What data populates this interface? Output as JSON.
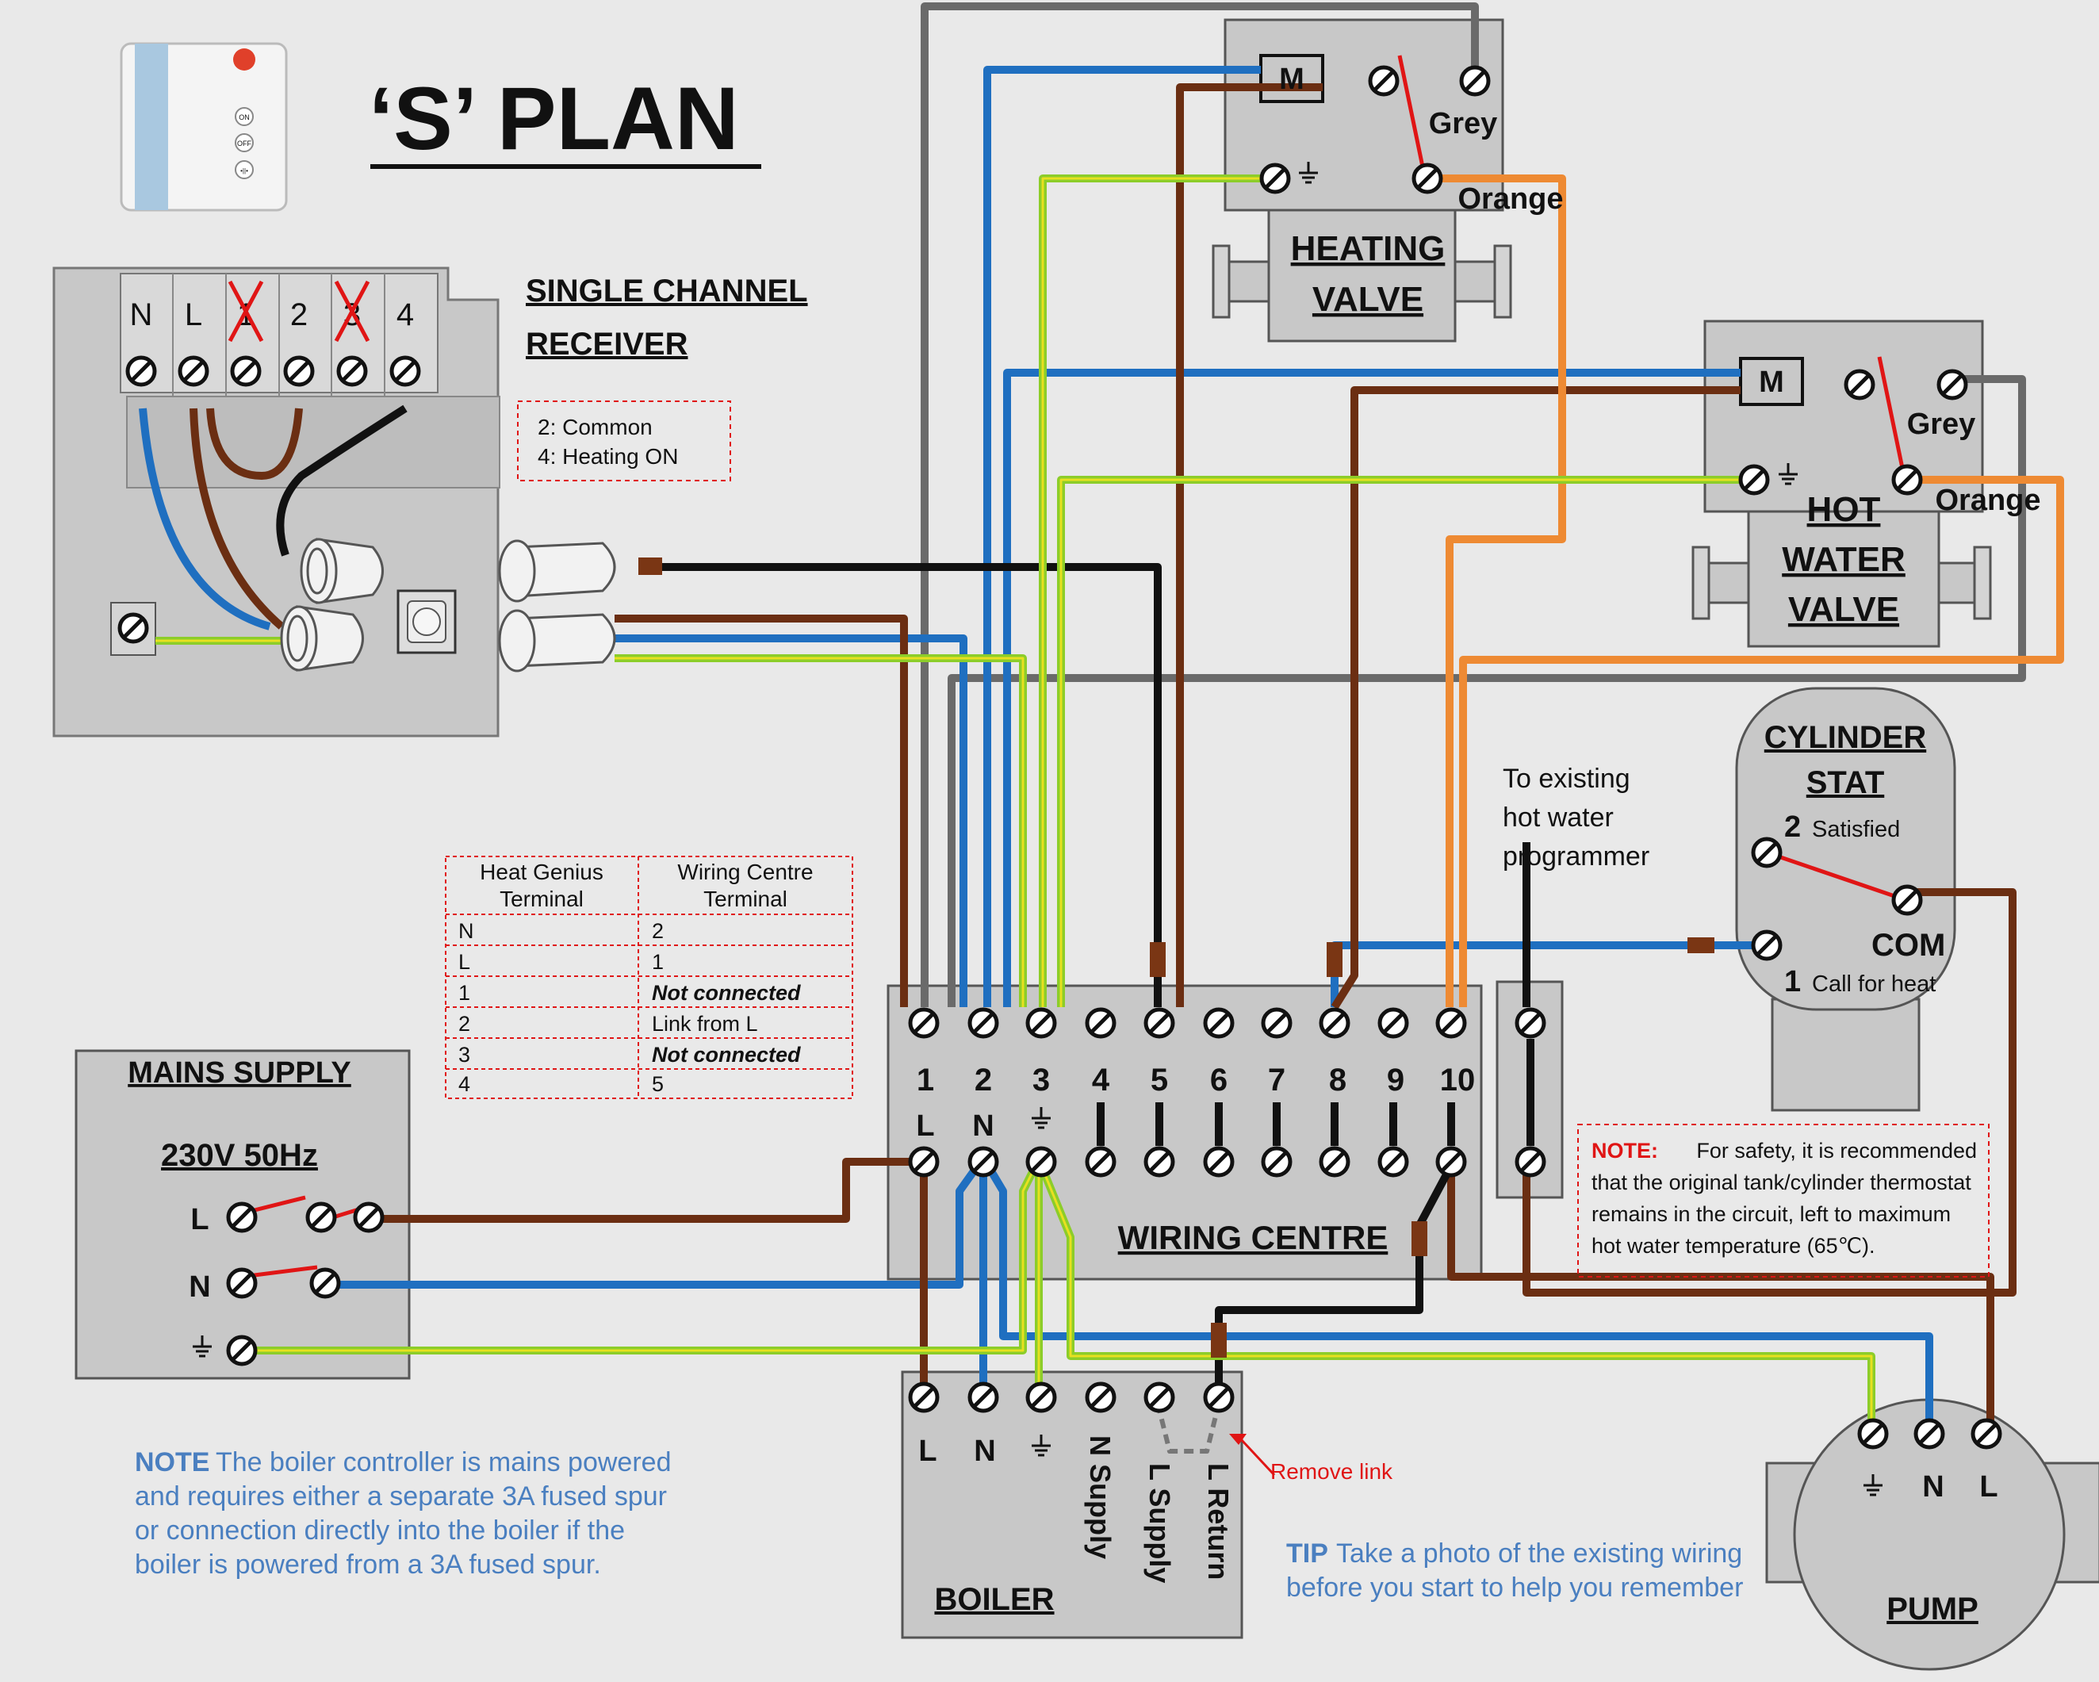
{
  "title": "‘S’ PLAN",
  "receiver": {
    "title_line1": "SINGLE CHANNEL",
    "title_line2": "RECEIVER",
    "terminals": [
      "N",
      "L",
      "1",
      "2",
      "3",
      "4"
    ],
    "buttons": [
      "ON",
      "OFF",
      "•||•"
    ],
    "note_line1": "2: Common",
    "note_line2": "4: Heating ON"
  },
  "heating_valve": {
    "line1": "HEATING",
    "line2": "VALVE",
    "m": "M",
    "grey": "Grey",
    "orange": "Orange"
  },
  "hot_water_valve": {
    "line1": "HOT",
    "line2": "WATER",
    "line3": "VALVE",
    "m": "M",
    "grey": "Grey",
    "orange": "Orange"
  },
  "mapping_table": {
    "headers": [
      [
        "Heat Genius",
        "Terminal"
      ],
      [
        "Wiring Centre",
        "Terminal"
      ]
    ],
    "rows": [
      [
        "N",
        "2"
      ],
      [
        "L",
        "1"
      ],
      [
        "1",
        "Not connected"
      ],
      [
        "2",
        "Link from L"
      ],
      [
        "3",
        "Not connected"
      ],
      [
        "4",
        "5"
      ]
    ]
  },
  "mains": {
    "title": "MAINS SUPPLY",
    "voltage": "230V 50Hz",
    "l": "L",
    "n": "N"
  },
  "wiring_centre": {
    "title": "WIRING CENTRE",
    "numbers": [
      "1",
      "2",
      "3",
      "4",
      "5",
      "6",
      "7",
      "8",
      "9",
      "10"
    ],
    "sub1": "L",
    "sub2": "N"
  },
  "cylinder_stat": {
    "line1": "CYLINDER",
    "line2": "STAT",
    "t2": "2",
    "satisfied": "Satisfied",
    "com": "COM",
    "t1": "1",
    "call": "Call for heat"
  },
  "programmer_note": [
    "To existing",
    "hot water",
    "programmer"
  ],
  "safety_note": {
    "prefix": "NOTE:",
    "lines": [
      "For safety, it is recommended",
      "that the original tank/cylinder thermostat",
      "remains in the circuit, left to maximum",
      "hot water temperature (65℃)."
    ]
  },
  "boiler": {
    "title": "BOILER",
    "terminals": [
      "L",
      "N",
      "N Supply",
      "L Supply",
      "L Return"
    ],
    "remove_link": "Remove link"
  },
  "pump": {
    "title": "PUMP",
    "n": "N",
    "l": "L"
  },
  "boiler_note": {
    "prefix": "NOTE",
    "lines": [
      "The boiler controller is mains powered",
      "and requires either a separate 3A fused spur",
      "or connection directly into the boiler if the",
      "boiler is powered from a 3A fused spur."
    ]
  },
  "tip": {
    "prefix": "TIP",
    "lines": [
      "Take a photo of the existing wiring",
      "before you start to help you remember"
    ]
  },
  "colors": {
    "blue": "#1f6fc0",
    "brown": "#6b2e12",
    "green": "#8ccd2a",
    "yellow": "#e8e020",
    "grey": "#6a6a6a",
    "orange": "#ee8a33",
    "black": "#111111",
    "red": "#e01515",
    "note_blue": "#4a7fc0"
  }
}
